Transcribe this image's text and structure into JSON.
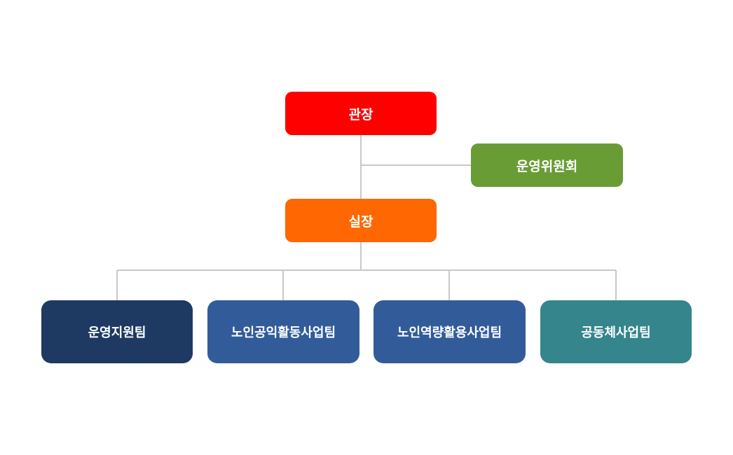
{
  "colors": {
    "director": "#fe0000",
    "committee": "#6a9c35",
    "chief": "#fe6701",
    "connector": "#c8c8c8",
    "text": "#ffffff",
    "teams": [
      "#1e3a62",
      "#325c99",
      "#325c99",
      "#34858c"
    ]
  },
  "org": {
    "director": {
      "label": "관장"
    },
    "committee": {
      "label": "운영위원회"
    },
    "chief": {
      "label": "실장"
    },
    "teams": [
      {
        "label": "운영지원팀"
      },
      {
        "label": "노인공익활동사업팀"
      },
      {
        "label": "노인역량활용사업팀"
      },
      {
        "label": "공동체사업팀"
      }
    ]
  }
}
